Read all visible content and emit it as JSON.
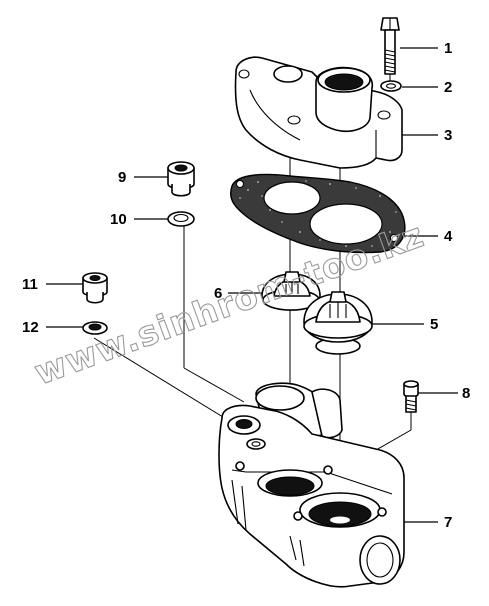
{
  "diagram": {
    "callouts": [
      {
        "id": "c1",
        "number": "1",
        "part": "bolt"
      },
      {
        "id": "c2",
        "number": "2",
        "part": "washer"
      },
      {
        "id": "c3",
        "number": "3",
        "part": "thermostat-cover"
      },
      {
        "id": "c4",
        "number": "4",
        "part": "gasket"
      },
      {
        "id": "c5",
        "number": "5",
        "part": "thermostat-large"
      },
      {
        "id": "c6",
        "number": "6",
        "part": "thermostat-small"
      },
      {
        "id": "c7",
        "number": "7",
        "part": "thermostat-housing"
      },
      {
        "id": "c8",
        "number": "8",
        "part": "bolt-small"
      },
      {
        "id": "c9",
        "number": "9",
        "part": "plug"
      },
      {
        "id": "c10",
        "number": "10",
        "part": "sealing-ring"
      },
      {
        "id": "c11",
        "number": "11",
        "part": "plug"
      },
      {
        "id": "c12",
        "number": "12",
        "part": "sealing-ring"
      }
    ],
    "watermark": "www.sinhrom-too.kz"
  }
}
